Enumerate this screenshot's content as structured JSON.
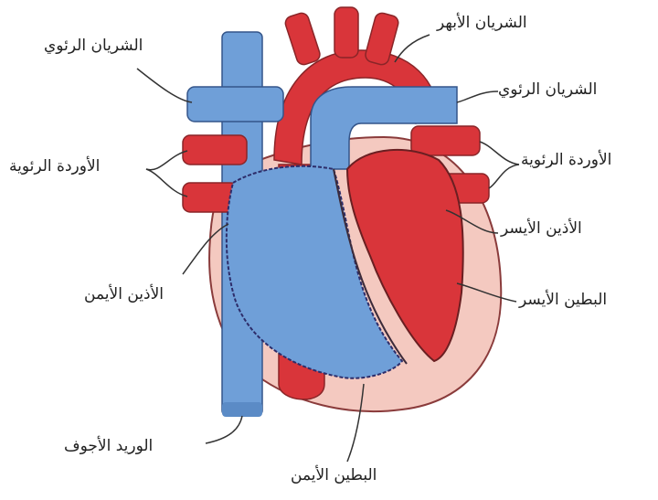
{
  "labels": {
    "pulmonary_artery_left": "الشريان الرئوي",
    "aorta": "الشريان الأبهر",
    "pulmonary_artery_right": "الشريان الرئوي",
    "pulmonary_veins_left": "الأوردة الرئوية",
    "pulmonary_veins_right": "الأوردة الرئوية",
    "left_atrium": "الأذين الأيسر",
    "right_atrium": "الأذين الأيمن",
    "left_ventricle": "البطين الأيسر",
    "vena_cava": "الوريد الأجوف",
    "right_ventricle": "البطين الأيمن"
  },
  "colors": {
    "oxygenated": "#d9353a",
    "deoxygenated": "#6f9fd8",
    "wall": "#f4c9c0",
    "outline": "#333333"
  }
}
